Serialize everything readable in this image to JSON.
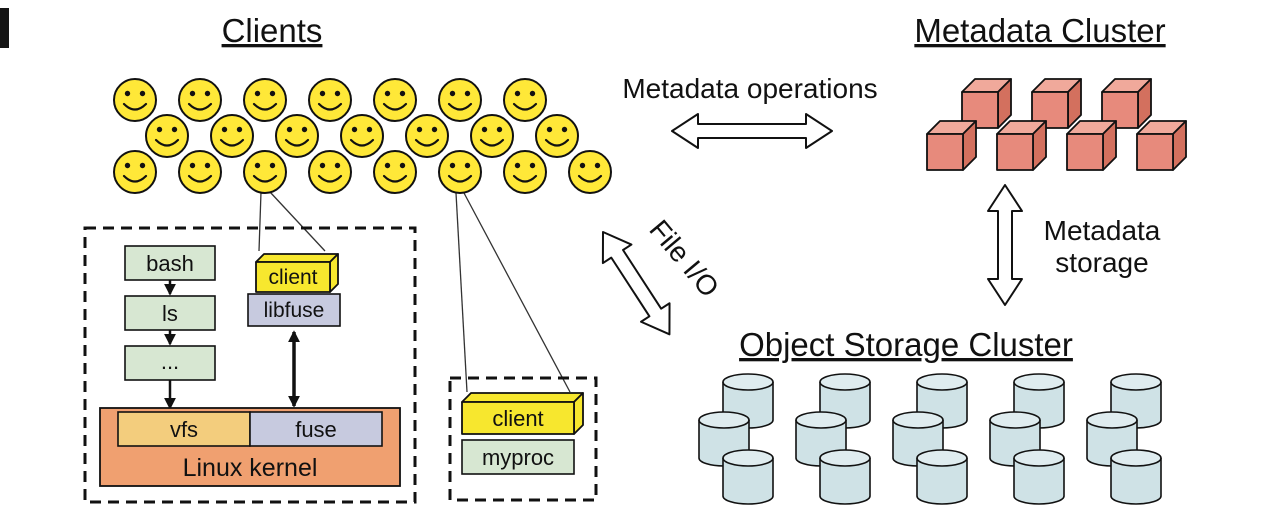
{
  "figure": {
    "clients": {
      "title": "Clients",
      "count": 22,
      "icon": "client-smiley-face-icon"
    },
    "metadata_cluster": {
      "title": "Metadata Cluster",
      "count": 7,
      "icon": "metadata-server-cube-icon"
    },
    "object_storage_cluster": {
      "title": "Object Storage Cluster",
      "count": 15,
      "icon": "osd-disk-cylinder-icon"
    },
    "flows": {
      "metadata_operations": "Metadata operations",
      "file_io": "File I/O",
      "metadata_storage_line1": "Metadata",
      "metadata_storage_line2": "storage"
    },
    "fuse_client_detail": {
      "bash": "bash",
      "ls": "ls",
      "ellipsis": "...",
      "client": "client",
      "libfuse": "libfuse",
      "vfs": "vfs",
      "fuse": "fuse",
      "kernel": "Linux kernel"
    },
    "direct_client_detail": {
      "client": "client",
      "myproc": "myproc"
    },
    "colors": {
      "client_yellow": "#ffe838",
      "mds_front": "#e78a7c",
      "mds_top": "#f0a99b",
      "mds_side": "#d3705e",
      "osd_body": "#cfe2e6",
      "osd_top": "#dfecef",
      "process_green": "#d7e7d2",
      "fuse_lavender": "#c7cadf",
      "kernel_orange": "#f0a070",
      "vfs_tan": "#f3cd7d",
      "client_box_yellow": "#f7e72e",
      "ink": "#111111"
    }
  }
}
